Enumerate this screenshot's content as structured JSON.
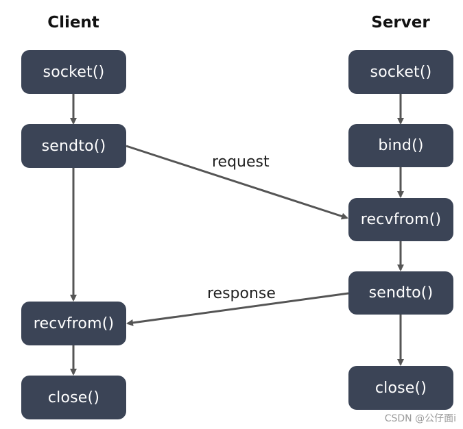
{
  "client": {
    "title": "Client",
    "steps": [
      "socket()",
      "sendto()",
      "recvfrom()",
      "close()"
    ]
  },
  "server": {
    "title": "Server",
    "steps": [
      "socket()",
      "bind()",
      "recvfrom()",
      "sendto()",
      "close()"
    ]
  },
  "edges": {
    "request_label": "request",
    "response_label": "response"
  },
  "watermark": "CSDN @公仔面i",
  "colors": {
    "node_fill": "#3b4456",
    "node_text": "#ffffff",
    "arrow": "#555555"
  }
}
